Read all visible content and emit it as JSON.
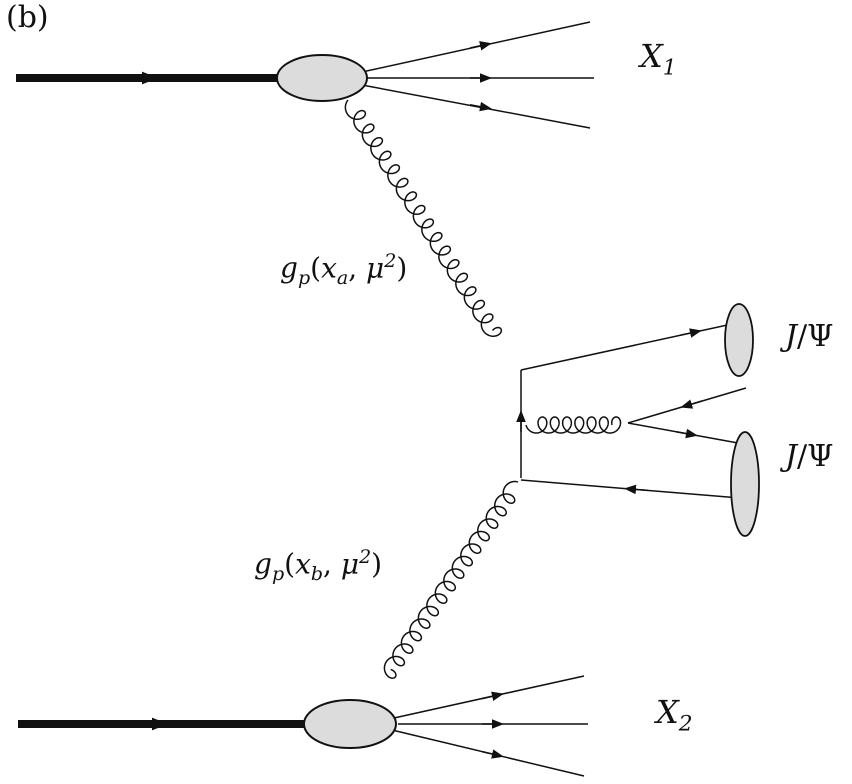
{
  "figure_tag": "(b)",
  "labels": {
    "x1": {
      "main": "X",
      "sub": "1"
    },
    "x2": {
      "main": "X",
      "sub": "2"
    },
    "jpsi_top": {
      "j": "J",
      "slash": "/",
      "psi": "Ψ"
    },
    "jpsi_bottom": {
      "j": "J",
      "slash": "/",
      "psi": "Ψ"
    },
    "gluon_a": {
      "g": "g",
      "g_sub": "p",
      "open": "(",
      "x": "x",
      "x_sub": "a",
      "comma": ", ",
      "mu": "μ",
      "mu_sup": "2",
      "close": ")"
    },
    "gluon_b": {
      "g": "g",
      "g_sub": "p",
      "open": "(",
      "x": "x",
      "x_sub": "b",
      "comma": ", ",
      "mu": "μ",
      "mu_sup": "2",
      "close": ")"
    }
  },
  "colors": {
    "line": "#111111",
    "blob_fill": "#dcdcdc"
  }
}
